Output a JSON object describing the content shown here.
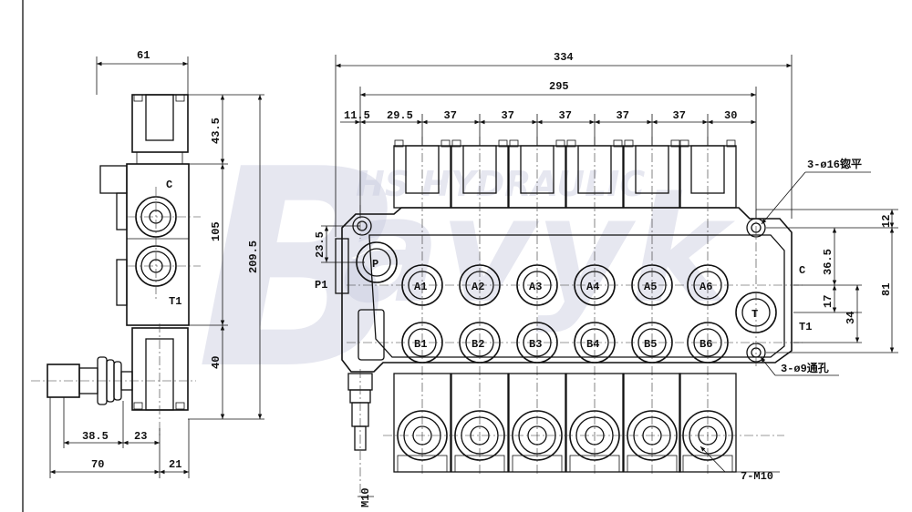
{
  "watermark": {
    "big": "B",
    "small": "HS HYDRAULIC",
    "tail": "avyk"
  },
  "side_view": {
    "dims": {
      "width_top": "61",
      "top_section": "43.5",
      "mid_section": "105",
      "overall_height": "209.5",
      "bottom_section": "40",
      "d38_5": "38.5",
      "d23": "23",
      "d70": "70",
      "d21": "21"
    },
    "labels": {
      "C": "C",
      "T1": "T1"
    }
  },
  "front_view": {
    "dims": {
      "overall_length": "334",
      "mount_length": "295",
      "d11_5": "11.5",
      "d29_5": "29.5",
      "pitch": "37",
      "d30": "30",
      "d23_5": "23.5",
      "d12": "12",
      "d36_5": "36.5",
      "d17": "17",
      "d34": "34",
      "d81": "81"
    },
    "callouts": {
      "spotface": "3-ø16锪平",
      "through_hole": "3-ø9通孔",
      "thread": "7-M10",
      "m10": "M10"
    },
    "ports": {
      "P": "P",
      "T": "T",
      "C": "C",
      "P1": "P1",
      "T1": "T1",
      "A": [
        "A1",
        "A2",
        "A3",
        "A4",
        "A5",
        "A6"
      ],
      "B": [
        "B1",
        "B2",
        "B3",
        "B4",
        "B5",
        "B6"
      ]
    }
  }
}
